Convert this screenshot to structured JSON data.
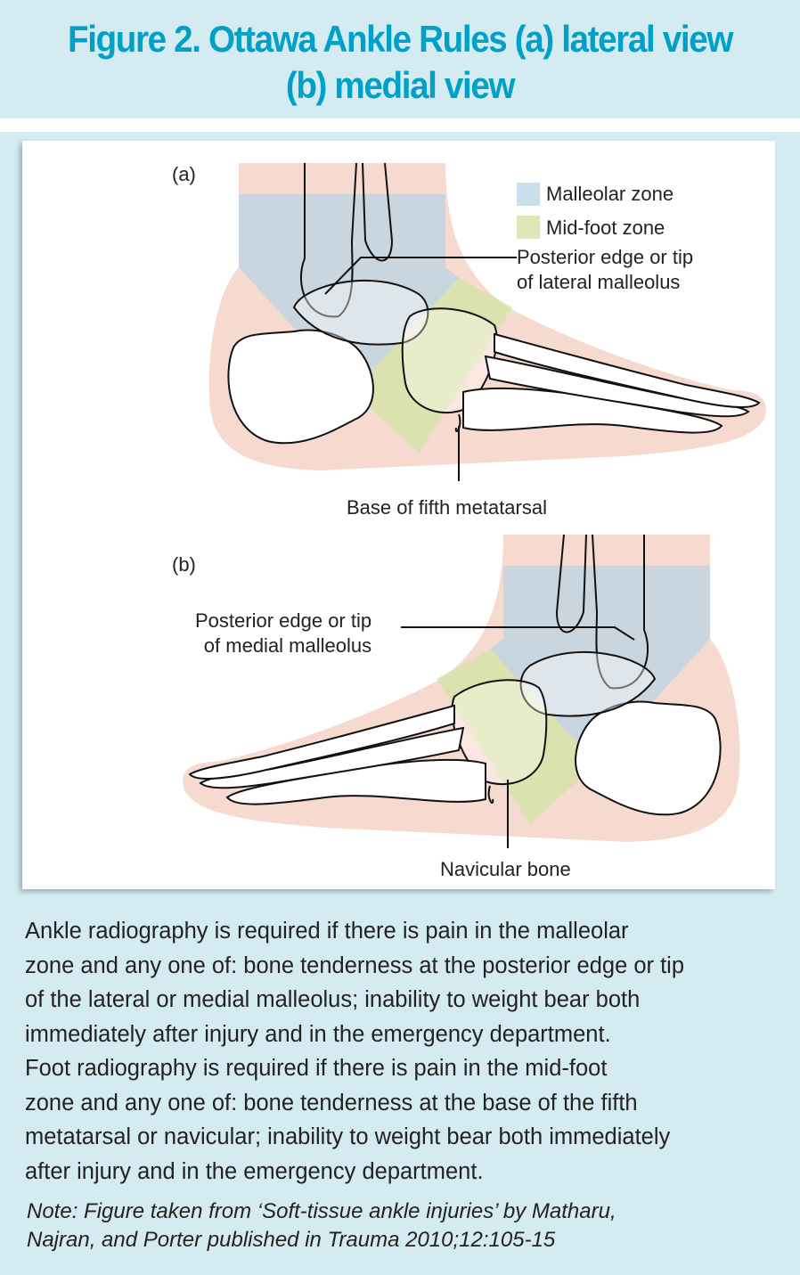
{
  "title": {
    "lines": [
      "Figure 2. Ottawa Ankle Rules (a) lateral view",
      "(b) medial view"
    ]
  },
  "figure": {
    "panel_a_label": "(a)",
    "panel_b_label": "(b)",
    "legend": [
      {
        "label": "Malleolar zone",
        "color": "#c9e0ec"
      },
      {
        "label": "Mid-foot zone",
        "color": "#dde8b6"
      }
    ],
    "annotations": {
      "lateral_malleolus": [
        "Posterior edge or tip",
        "of lateral malleolus"
      ],
      "fifth_metatarsal": "Base of fifth metatarsal",
      "medial_malleolus": [
        "Posterior edge or tip",
        "of medial malleolus"
      ],
      "navicular": "Navicular bone"
    }
  },
  "body": {
    "lines": [
      "Ankle radiography is required if there is pain in the malleolar",
      "zone and any one of: bone tenderness at the posterior edge or tip",
      "of the lateral or medial malleolus; inability to weight bear both",
      "immediately after injury and in the emergency department.",
      "Foot radiography is required if there is pain in the mid-foot",
      "zone and any one of: bone tenderness at the base of the fifth",
      "metatarsal or navicular; inability to weight bear both immediately",
      "after injury and in the emergency department."
    ]
  },
  "note": {
    "lines": [
      "Note: Figure taken from ‘Soft-tissue ankle injuries’ by Matharu,",
      "Najran, and Porter published in Trauma 2010;12:105-15"
    ]
  },
  "colors": {
    "accent": "#00a1c9",
    "background": "#d4ebf1",
    "skin": "#f6dacf"
  }
}
